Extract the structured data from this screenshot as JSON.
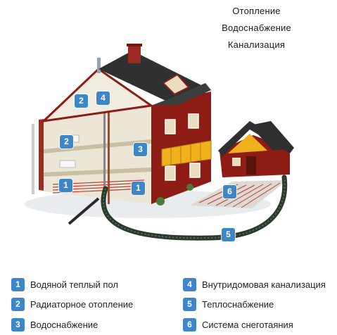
{
  "header": {
    "lines": [
      "Отопление",
      "Водоснабжение",
      "Канализация"
    ]
  },
  "diagram_badges": [
    "1",
    "1",
    "2",
    "2",
    "3",
    "4",
    "5",
    "6"
  ],
  "legend": {
    "items": [
      {
        "num": "1",
        "label": "Водяной теплый пол"
      },
      {
        "num": "2",
        "label": "Радиаторное отопление"
      },
      {
        "num": "3",
        "label": "Водоснабжение"
      },
      {
        "num": "4",
        "label": "Внутридомовая канализация"
      },
      {
        "num": "5",
        "label": "Теплоснабжение"
      },
      {
        "num": "6",
        "label": "Система снеготаяния"
      }
    ]
  },
  "colors": {
    "badge": "#3f86c9",
    "roof": "#2f3130",
    "wall": "#8c1c14",
    "interior": "#e9e4d4",
    "balcony": "#f0b21c",
    "pipe": "#2a3a2c"
  }
}
